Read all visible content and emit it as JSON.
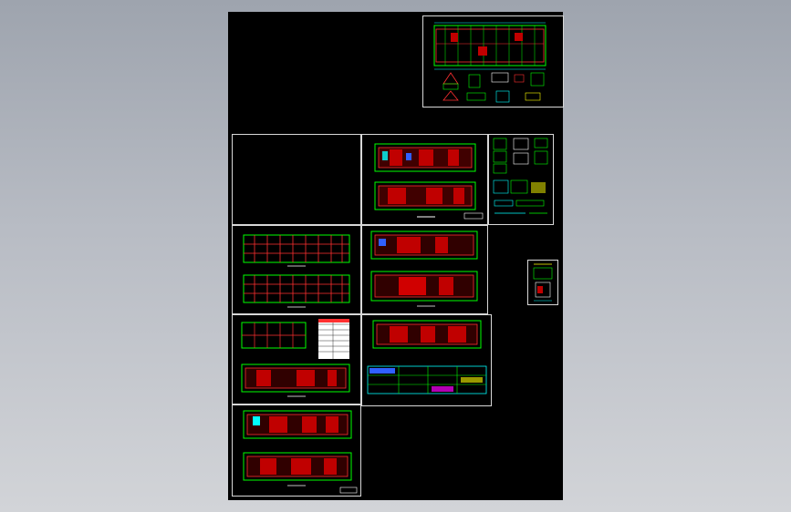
{
  "viewer": {
    "background_top": "#9ea4ae",
    "background_bottom": "#d2d4d8",
    "sheet_color": "#000000"
  },
  "drawing": {
    "line_colors": {
      "grid": "#00ff00",
      "walls": "#ff3030",
      "hatch": "#c00000",
      "dims": "#00ffff",
      "text": "#ffff00",
      "frame": "#d8d8d8",
      "furniture": "#ff00ff",
      "blue": "#3060ff"
    },
    "sheets": [
      {
        "id": "sheet-top-right",
        "content": "floor-plan-with-sections"
      },
      {
        "id": "sheet-empty-cover",
        "content": "empty"
      },
      {
        "id": "sheet-plan-1",
        "content": "floor-plans"
      },
      {
        "id": "sheet-details-1",
        "content": "detail-grid"
      },
      {
        "id": "sheet-foundation",
        "content": "foundation-plans"
      },
      {
        "id": "sheet-plan-2",
        "content": "floor-plans"
      },
      {
        "id": "sheet-small-legend",
        "content": "small-detail"
      },
      {
        "id": "sheet-plan-3",
        "content": "floor-plans-with-table"
      },
      {
        "id": "sheet-plan-4",
        "content": "floor-plan-and-elevations"
      },
      {
        "id": "sheet-plan-5",
        "content": "floor-plans"
      }
    ]
  }
}
